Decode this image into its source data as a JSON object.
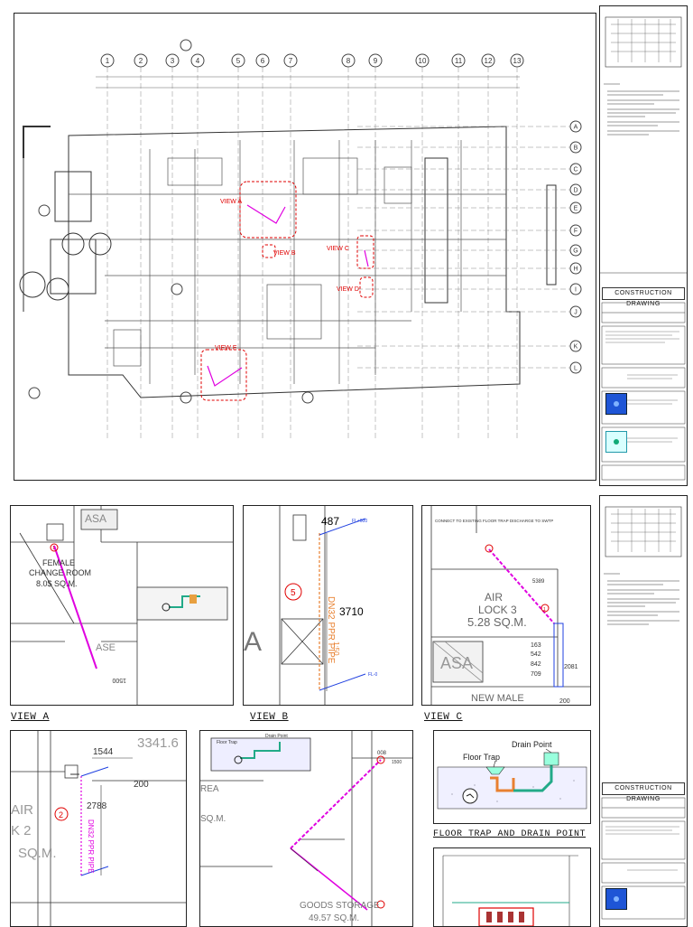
{
  "sheet1": {
    "grid_top": [
      "1",
      "2",
      "3",
      "4",
      "5",
      "6",
      "7",
      "8",
      "9",
      "10",
      "11",
      "12",
      "13"
    ],
    "grid_right": [
      "A",
      "B",
      "C",
      "D",
      "E",
      "F",
      "G",
      "H",
      "I",
      "J",
      "K",
      "L"
    ],
    "view_labels": [
      "VIEW A",
      "VIEW B",
      "VIEW C",
      "VIEW D",
      "VIEW E"
    ]
  },
  "sheet2": {
    "view_a": {
      "label": "VIEW A",
      "rooms": [
        "FEMALE",
        "CHANGE ROOM",
        "ASA",
        "ASE"
      ],
      "dims": [
        "8.0$ SQ.M."
      ],
      "marker": "1",
      "note": "1500"
    },
    "view_b": {
      "label": "VIEW B",
      "dims": [
        "487",
        "3710",
        "1:50"
      ],
      "pipe": "DN32 PPR PIPE",
      "marker": "5",
      "grid_letter": "A",
      "levels": [
        "FL+600",
        "FL-0"
      ]
    },
    "view_c": {
      "label": "VIEW C",
      "rooms": [
        "AIR",
        "LOCK 3",
        "5.28 SQ.M.",
        "ASA",
        "NEW MALE"
      ],
      "note": "CONNECT TO EXISTING FLOOR TRAP DISCHARGE TO SWTP",
      "dims": [
        "5389",
        "163",
        "542",
        "842",
        "709",
        "2081",
        "200"
      ],
      "marker": "1"
    },
    "view_d": {
      "dims": [
        "1544",
        "200",
        "2788"
      ],
      "pipe": "DN32 PPR PIPE",
      "marker": "2",
      "rooms": [
        "AIR",
        "K 2",
        "SQ.M."
      ],
      "big_text": "3341.6"
    },
    "view_e": {
      "rooms": [
        "REA",
        "SQ.M.",
        "GOODS STORAGE",
        "49.57 SQ.M."
      ],
      "dims": [
        "008",
        "1500"
      ],
      "labels": [
        "Floor Trap",
        "Drain Point"
      ]
    },
    "detail": {
      "title": "FLOOR TRAP AND DRAIN POINT",
      "floor_trap": "Floor Trap",
      "drain_point": "Drain Point"
    }
  },
  "title_block": {
    "banner": "CONSTRUCTION DRAWING"
  }
}
